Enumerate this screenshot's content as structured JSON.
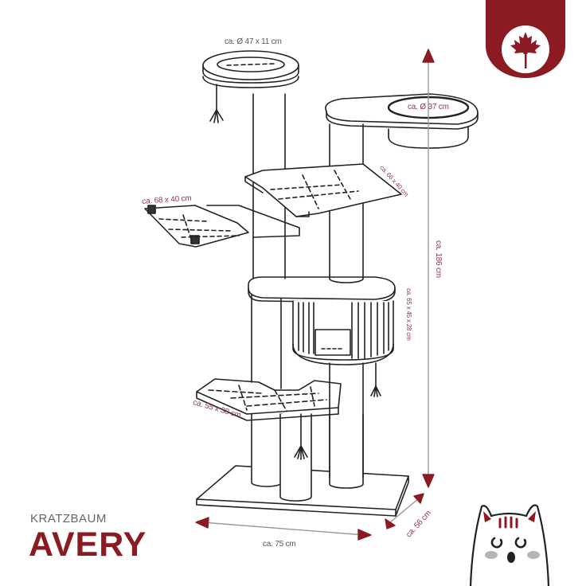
{
  "product": {
    "category": "KRATZBAUM",
    "name": "AVERY"
  },
  "colors": {
    "accent": "#8b1a22",
    "label": "#8a3a4a",
    "line": "#222222",
    "cheek": "#b5b5b5"
  },
  "badge": {
    "icon": "maple-leaf-icon"
  },
  "dimensions": {
    "top_bed": "ca. Ø 47 x 11 cm",
    "bowl_bed": "ca. Ø 37 cm",
    "upper_hammock": "ca. 66 x 40 cm",
    "left_hammock": "ca. 68 x 40 cm",
    "height": "ca. 186 cm",
    "cave": "ca. 65 x 45 x 28 cm",
    "lower_platform": "ca. 55 x 38 cm",
    "width": "ca. 75 cm",
    "depth": "ca. 56 cm"
  },
  "mascot": {
    "icon": "cat-face-icon"
  }
}
